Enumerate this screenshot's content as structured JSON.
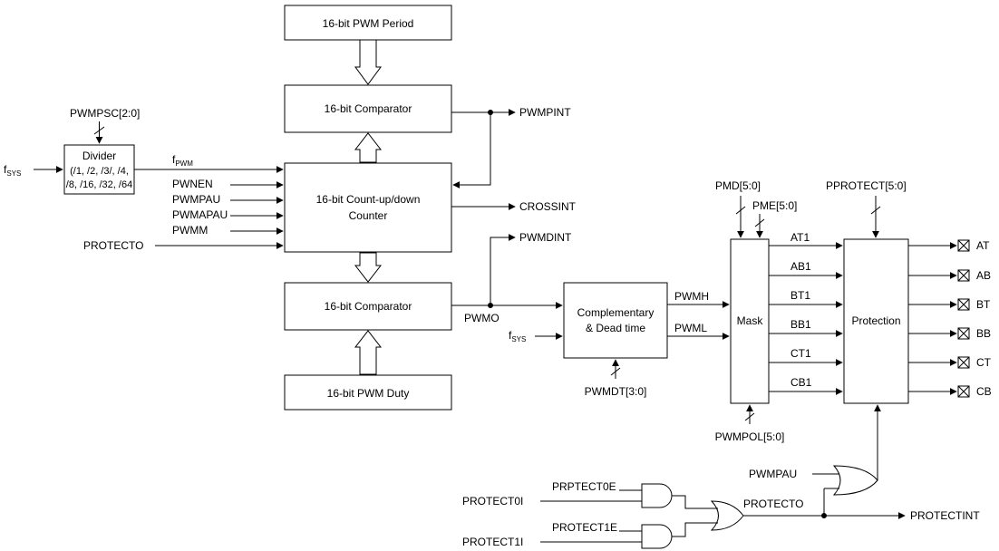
{
  "blocks": {
    "period": "16-bit PWM Period",
    "comparator_top": "16-bit Comparator",
    "counter_line1": "16-bit Count-up/down",
    "counter_line2": "Counter",
    "comparator_bottom": "16-bit Comparator",
    "duty": "16-bit PWM Duty",
    "divider_title": "Divider",
    "divider_line1": "(/1, /2, /3/, /4,",
    "divider_line2": "/8, /16, /32, /64",
    "complementary_line1": "Complementary",
    "complementary_line2": "& Dead time",
    "mask": "Mask",
    "protection": "Protection"
  },
  "signals": {
    "pwmpsc": "PWMPSC[2:0]",
    "fsys_main": "f",
    "fsys_sub": "SYS",
    "fpwm_main": "f",
    "fpwm_sub": "PWM",
    "pwnen": "PWNEN",
    "pwmpau_in": "PWMPAU",
    "pwmapau": "PWMAPAU",
    "pwmm": "PWMM",
    "protecto_in": "PROTECTO",
    "pwmpint": "PWMPINT",
    "crossint": "CROSSINT",
    "pwmdint": "PWMDINT",
    "pwmo": "PWMO",
    "fsys2_main": "f",
    "fsys2_sub": "SYS",
    "pwmh": "PWMH",
    "pwml": "PWML",
    "pwmdt": "PWMDT[3:0]",
    "pmd": "PMD[5:0]",
    "pme": "PME[5:0]",
    "pwmpol": "PWMPOL[5:0]",
    "pprotect": "PPROTECT[5:0]",
    "mask_outputs": [
      "AT1",
      "AB1",
      "BT1",
      "BB1",
      "CT1",
      "CB1"
    ],
    "pins": [
      "AT",
      "AB",
      "BT",
      "BB",
      "CT",
      "CB"
    ],
    "pwmpau_gate": "PWMPAU",
    "prptect0e": "PRPTECT0E",
    "protect0i": "PROTECT0I",
    "protect1e": "PROTECT1E",
    "protect1i": "PROTECT1I",
    "protecto_out": "PROTECTO",
    "protectint": "PROTECTINT"
  }
}
